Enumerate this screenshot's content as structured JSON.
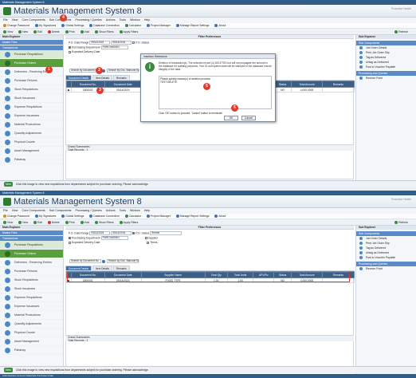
{
  "app": {
    "window_title": "Materials Management System 8",
    "title": "Materials Management System 8",
    "banner_right": "Proactive Health"
  },
  "menu": [
    "File",
    "View",
    "Core Components",
    "Sub Components",
    "Processing / Queries",
    "Actions",
    "Tools",
    "Window",
    "Help"
  ],
  "toolbar1": [
    "Change Password",
    "My Signatures",
    "Global Settings",
    "Database Connection",
    "Calculator",
    "Project Manager",
    "Manage Report Settings",
    "About"
  ],
  "toolbar2": [
    "View",
    "New",
    "Edit",
    "Delete",
    "Print",
    "Void",
    "Show Filters",
    "Apply Filters",
    "Refresh"
  ],
  "left_nav": {
    "header": "Main Explorer",
    "sections": [
      "Master Files",
      "Transactions"
    ],
    "items": [
      "Purchase Requisitions",
      "Purchase Orders",
      "Deliveries - Receiving Entries",
      "Purchase Returns",
      "Stock Requisitions",
      "Stock Issuances",
      "Expense Requisitions",
      "Expense Issuances",
      "Material Productions",
      "Quantity Adjustments",
      "Physical Counts",
      "Asset Management",
      "Pabahay"
    ]
  },
  "filter": {
    "header": "Filter Preferences",
    "date_label": "P.O. Date Range",
    "date_from": "05/14/2024",
    "date_to": "05/14/2024",
    "po_status_label": "P.O. Status",
    "po_status_value": "Served",
    "dept_label": "Purchasing Department",
    "dept_value": "PURCHASING",
    "supplier_label": "Supplier",
    "expected_label": "Expected Delivery Date",
    "terms_label": "Terms"
  },
  "search": {
    "by_doc_label": "Search by Document No.",
    "by_doc_ref_label": "Search by Doc. Barcode ID"
  },
  "tabs": [
    "Document Details",
    "Item Details",
    "Remarks"
  ],
  "grid": {
    "headers": [
      "",
      "Document No.",
      "Document Date",
      "Supplier Name",
      "Total Qty",
      "Total Units",
      "APV/Ro",
      "Status",
      "Total Amount",
      "Remarks"
    ],
    "row": [
      "▶",
      "1800001",
      "05/14/2024",
      "FIXED TYPE",
      "1.00",
      "1.00",
      "",
      "NO",
      "4,000.0000",
      ""
    ]
  },
  "dialog": {
    "title": "Insertion Reference",
    "message": "Deletion of transaction(s). The selected record (s) DELETED but will not propagate the amount in the database for auditing purposes. Your ID and system date will be stamped in the database ensure integrity of the data.",
    "prompt": "Please specify reason(s) of deletion process:",
    "input_value": "TEST DELETE",
    "hint": "Click 'OK' button to proceed. 'Cancel' button to terminate.",
    "ok": "OK",
    "cancel": "Cancel"
  },
  "right_nav": {
    "header": "Sub Explorer",
    "sections": [
      "Sub Components",
      "Processing and Queries"
    ],
    "sub_items": [
      "Job Order Details",
      "Print Job Order Slip",
      "Tag as Delivered",
      "Untag as Delivered",
      "Post to Voucher Payable"
    ],
    "proc_items": [
      "Receive Point"
    ]
  },
  "summary": {
    "label": "Grand Summaries",
    "total": "Total Records : 1"
  },
  "footer": {
    "badge": "New",
    "text": "Click this image to view new requisitions from departments subject for purchase ordering. Please acknowledge."
  },
  "status": "Administrator Account   Materials Purchase Order",
  "markers": [
    "1",
    "2",
    "3",
    "4",
    "5",
    "6"
  ]
}
